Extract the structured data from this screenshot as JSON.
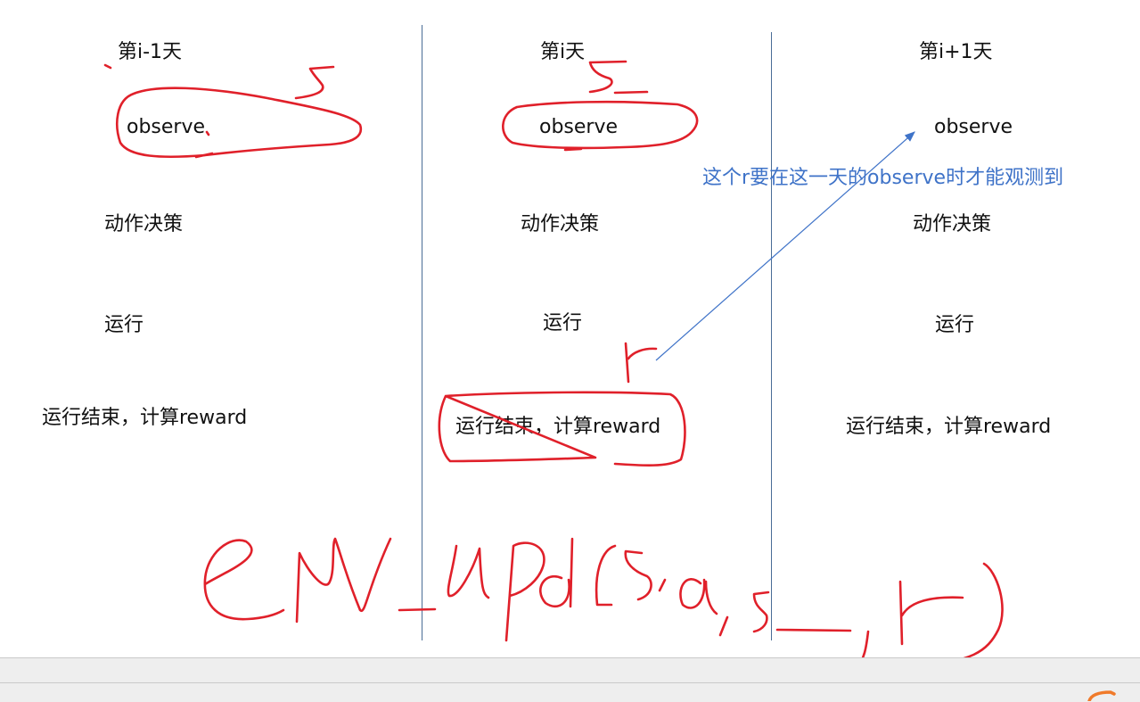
{
  "columns": [
    {
      "day": "第i-1天",
      "observe": "observe",
      "action": "动作决策",
      "run": "运行",
      "end": "运行结束，计算reward"
    },
    {
      "day": "第i天",
      "observe": "observe",
      "action": "动作决策",
      "run": "运行",
      "end": "运行结束，计算reward"
    },
    {
      "day": "第i+1天",
      "observe": "observe",
      "action": "动作决策",
      "run": "运行",
      "end": "运行结束，计算reward"
    }
  ],
  "annotation": "这个r要在这一天的observe时才能观测到",
  "handwriting": {
    "formula": "env_upd(s,a,s_,r)",
    "s_label": "s",
    "s_next_label": "s_",
    "r_label": "r"
  },
  "colors": {
    "ink": "#e0202a",
    "annotation": "#3f73c8",
    "divider": "#4a6d96",
    "status_bar": "#eeeeee"
  }
}
